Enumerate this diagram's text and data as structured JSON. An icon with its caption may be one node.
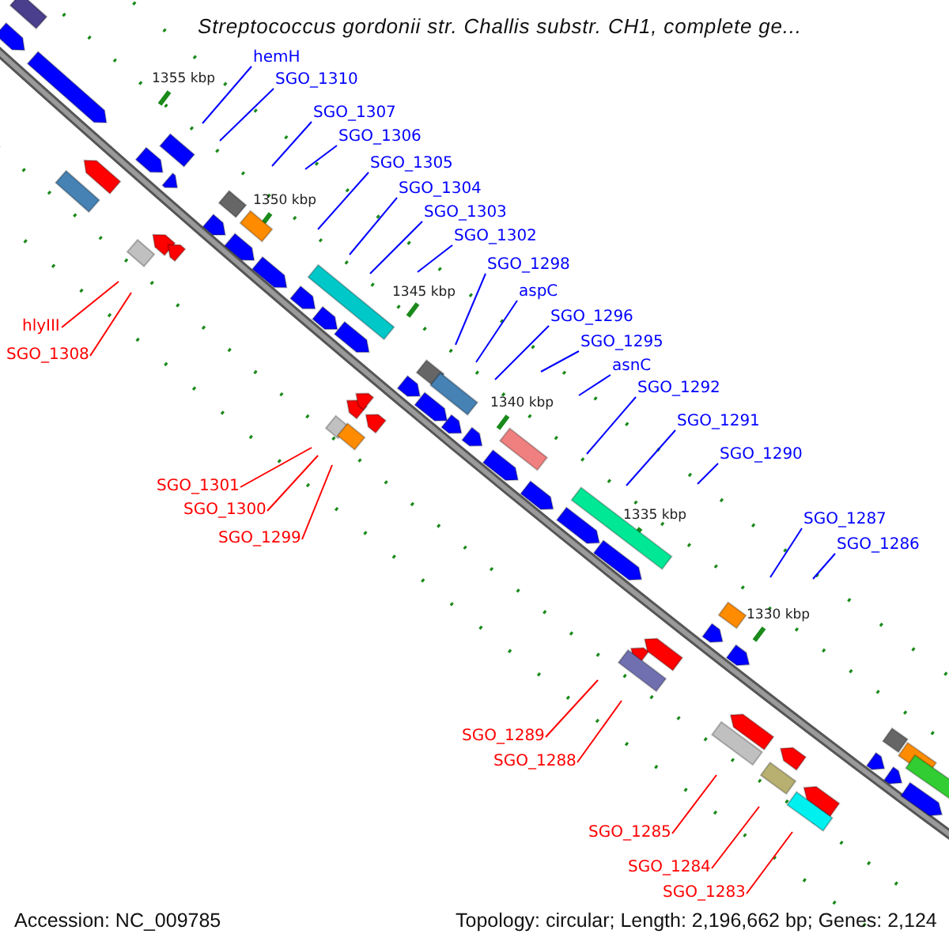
{
  "diagram": {
    "title": "Streptococcus gordonii str. Challis substr. CH1, complete ge...",
    "nodes": [
      {
        "text": [
          "hemH"
        ]
      },
      {
        "text": [
          "SGO_1310"
        ]
      },
      {
        "text": [
          "SGO_1307"
        ]
      },
      {
        "text": [
          "SGO_1306"
        ]
      },
      {
        "text": [
          "SGO_1305"
        ]
      },
      {
        "text": [
          "SGO_1304"
        ]
      },
      {
        "text": [
          "SGO_1303"
        ]
      },
      {
        "text": [
          "SGO_1302"
        ]
      },
      {
        "text": [
          "SGO_1298"
        ]
      },
      {
        "text": [
          "aspC"
        ]
      },
      {
        "text": [
          "SGO_1296"
        ]
      },
      {
        "text": [
          "hlyIII"
        ]
      },
      {
        "text": [
          "SGO_1295"
        ]
      },
      {
        "text": [
          "SGO_1308"
        ]
      },
      {
        "text": [
          "asnC"
        ]
      },
      {
        "text": [
          "SGO_1292"
        ]
      },
      {
        "text": [
          "SGO_1291"
        ]
      },
      {
        "text": [
          "SGO_1290"
        ]
      },
      {
        "text": [
          "SGO_1301"
        ]
      },
      {
        "text": [
          "SGO_1300"
        ]
      },
      {
        "text": [
          "SGO_1287"
        ]
      },
      {
        "text": [
          "SGO_1299"
        ]
      },
      {
        "text": [
          "SGO_1286"
        ]
      },
      {
        "text": [
          "SGO_1289"
        ]
      },
      {
        "text": [
          "SGO_1288"
        ]
      },
      {
        "text": [
          "SGO_1285"
        ]
      },
      {
        "text": [
          "SGO_1284"
        ]
      },
      {
        "text": [
          "SGO_1283"
        ]
      }
    ],
    "edges": [
      {
        "from": 0,
        "to": null,
        "arrow": "none"
      },
      {
        "from": 1,
        "to": null,
        "arrow": "none"
      },
      {
        "from": 2,
        "to": null,
        "arrow": "none"
      },
      {
        "from": 3,
        "to": null,
        "arrow": "none"
      },
      {
        "from": 4,
        "to": null,
        "arrow": "none"
      },
      {
        "from": 5,
        "to": null,
        "arrow": "none"
      },
      {
        "from": 6,
        "to": null,
        "arrow": "none"
      },
      {
        "from": 7,
        "to": null,
        "arrow": "none"
      },
      {
        "from": 8,
        "to": null,
        "arrow": "none"
      },
      {
        "from": 9,
        "to": null,
        "arrow": "none"
      },
      {
        "from": 10,
        "to": null,
        "arrow": "none"
      },
      {
        "from": 11,
        "to": null,
        "arrow": "none",
        "color": "#ff0000"
      },
      {
        "from": 12,
        "to": null,
        "arrow": "none"
      },
      {
        "from": 13,
        "to": null,
        "arrow": "none",
        "color": "#ff0000"
      },
      {
        "from": 14,
        "to": null,
        "arrow": "none"
      },
      {
        "from": 15,
        "to": null,
        "arrow": "none"
      },
      {
        "from": 16,
        "to": null,
        "arrow": "none"
      },
      {
        "from": 17,
        "to": null,
        "arrow": "none"
      },
      {
        "from": 18,
        "to": null,
        "arrow": "none",
        "color": "#ff0000"
      },
      {
        "from": 19,
        "to": null,
        "arrow": "none",
        "color": "#ff0000"
      },
      {
        "from": 20,
        "to": null,
        "arrow": "none"
      },
      {
        "from": 21,
        "to": null,
        "arrow": "none",
        "color": "#ff0000"
      },
      {
        "from": 22,
        "to": null,
        "arrow": "none"
      },
      {
        "from": 23,
        "to": null,
        "arrow": "none",
        "color": "#ff0000"
      },
      {
        "from": 24,
        "to": null,
        "arrow": "none",
        "color": "#ff0000"
      },
      {
        "from": 25,
        "to": null,
        "arrow": "none",
        "color": "#ff0000"
      },
      {
        "from": 26,
        "to": null,
        "arrow": "none",
        "color": "#ff0000"
      },
      {
        "from": 27,
        "to": null,
        "arrow": "none",
        "color": "#ff0000"
      }
    ],
    "labels": [
      "1355 kbp",
      "1350 kbp",
      "1345 kbp",
      "1340 kbp",
      "1335 kbp",
      "1330 kbp",
      "Accession: NC_009785",
      "Topology: circular; Length: 2,196,662 bp; Genes: 2,124"
    ]
  }
}
